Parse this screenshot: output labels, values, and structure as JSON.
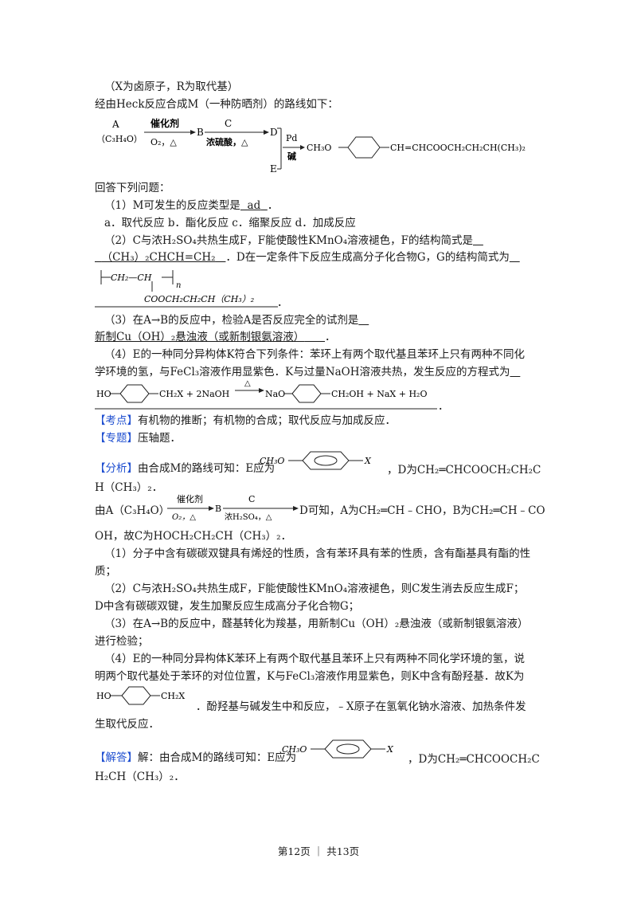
{
  "lines": {
    "l1": "（X为卤原子，R为取代基）",
    "l2": "经由Heck反应合成M（一种防晒剂）的路线如下：",
    "l3": "回答下列问题：",
    "l4a": "（1）M可发生的反应类型是",
    "l4b": "ad",
    "l5": "a．取代反应 b．酯化反应 c．缩聚反应 d．加成反应",
    "l6": "（2）C与浓H₂SO₄共热生成F，F能使酸性KMnO₄溶液褪色，F的结构简式是",
    "l7a": "（CH₃）₂CHCH=CH₂",
    "l7b": "．D在一定条件下反应生成高分子化合物G，G的结构简式为",
    "l8": "（3）在A→B的反应中，检验A是否反应完全的试剂是",
    "l9": "新制Cu（OH）₂悬浊液（或新制银氨溶液）",
    "l10": "（4）E的一种同分异构体K符合下列条件：苯环上有两个取代基且苯环上只有两种不同化",
    "l11": "学环境的氢，与FeCl₃溶液作用显紫色．K与过量NaOH溶液共热，发生反应的方程式为",
    "kd_tag": "【考点】",
    "kd": "有机物的推断；有机物的合成；取代反应与加成反应．",
    "zt_tag": "【专题】",
    "zt": "压轴题．",
    "fx_tag": "【分析】",
    "fx1": "由合成M的路线可知：E应为",
    "fx1b": "，D为CH₂═CHCOOCH₂CH₂C",
    "fx2": "H（CH₃）₂．",
    "fx3a": "由A（C₃H₄O）",
    "fx3b": "D可知，A为CH₂═CH﹣CHO，B为CH₂═CH﹣CO",
    "fx4": "OH，故C为HOCH₂CH₂CH（CH₃）₂．",
    "fx5": "（1）分子中含有碳碳双键具有烯烃的性质，含有苯环具有苯的性质，含有酯基具有酯的性",
    "fx6": "质；",
    "fx7": "（2）C与浓H₂SO₄共热生成F，F能使酸性KMnO₄溶液褪色，则C发生消去反应生成F；",
    "fx8": "D中含有碳碳双键，发生加聚反应生成高分子化合物G；",
    "fx9": "（3）在A→B的反应中，醛基转化为羧基，用新制Cu（OH）₂悬浊液（或新制银氨溶液）",
    "fx10": "进行检验；",
    "fx11": "（4）E的一种同分异构体K苯环上有两个取代基且苯环上只有两种不同化学环境的氢，说",
    "fx12": "明两个取代基处于苯环的对位位置，K与FeCl₃溶液作用显紫色，则K中含有酚羟基．故K为",
    "fx13": "．酚羟基与碱发生中和反应，﹣X原子在氢氧化钠水溶液、加热条件发",
    "fx14": "生取代反应．",
    "jd_tag": "【解答】",
    "jd1": "解：由合成M的路线可知：E应为",
    "jd1b": "，D为CH₂═CHCOOCH₂C",
    "jd2": "H₂CH（CH₃）₂．"
  },
  "scheme": {
    "A": "A",
    "A_formula": "（C₃H₄O）",
    "cat": "催化剂",
    "cond1": "O₂，△",
    "B": "B",
    "C": "C",
    "cond2": "浓硫酸，△",
    "D": "D",
    "E": "E",
    "pd": "Pd",
    "base": "碱",
    "M_left": "CH₃O",
    "M_right": "CH=CHCOOCH₂CH₂CH(CH₃)₂"
  },
  "polymer": {
    "chain": "CH₂—CH",
    "n": "n",
    "side": "COOCH₂CH₂CH（CH₃）₂"
  },
  "equation": {
    "left": "HO",
    "sub1": "CH₂X + 2NaOH",
    "delta": "△",
    "mid": "NaO",
    "right": "CH₂OH + NaX + H₂O"
  },
  "e_struct": {
    "left": "CH₃O",
    "right": "X"
  },
  "k_struct": {
    "left": "HO",
    "right": "CH₂X"
  },
  "arrow2": {
    "cat": "催化剂",
    "cond1": "O₂，△",
    "B": "B",
    "C": "C",
    "cond2": "浓H₂SO₄，△"
  },
  "footer": "第12页 ｜ 共13页"
}
